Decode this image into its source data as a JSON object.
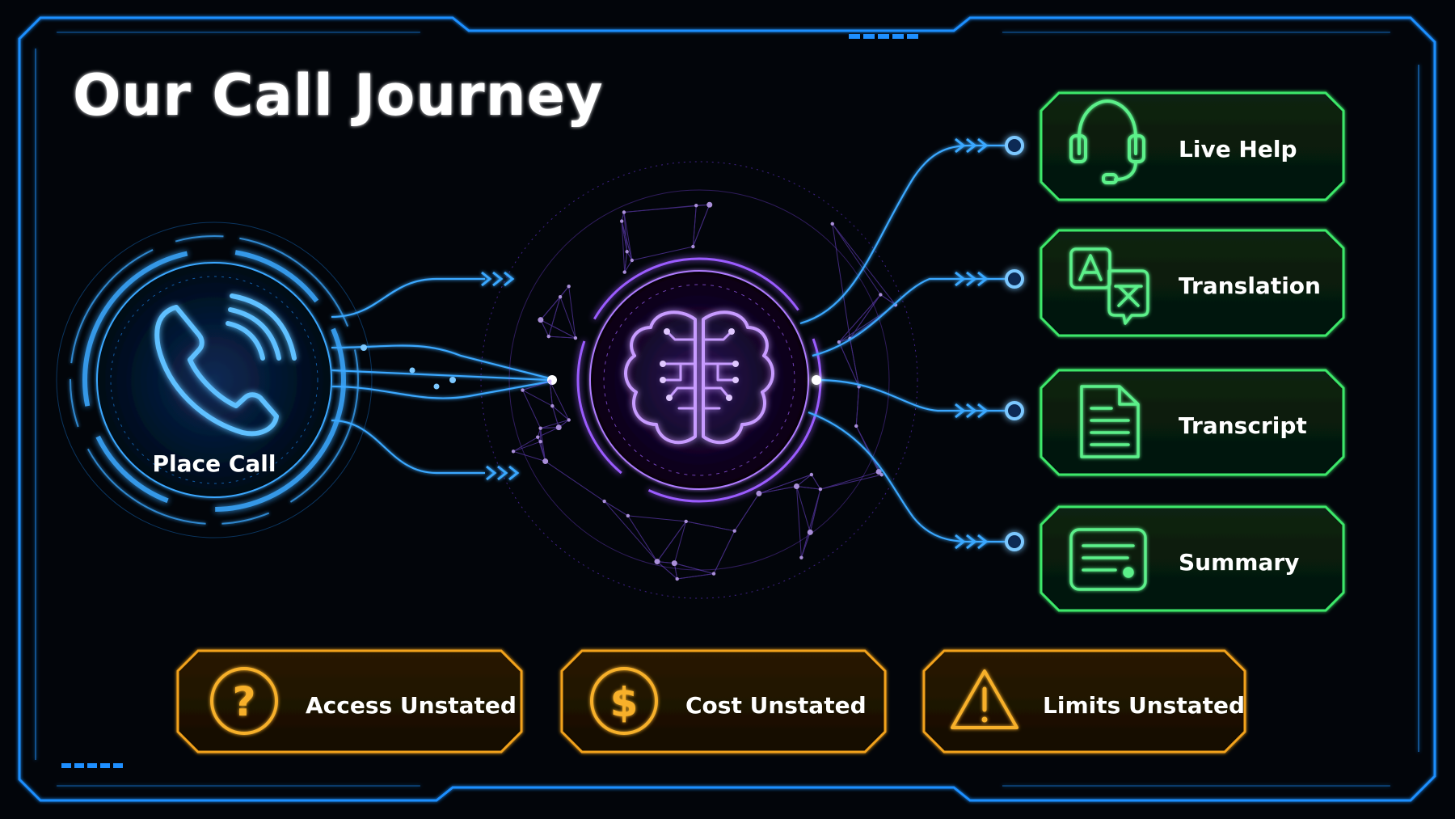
{
  "title": "Our Call Journey",
  "source_node": {
    "label": "Place Call",
    "icon": "phone-icon"
  },
  "hub_node": {
    "icon": "brain-circuit-icon"
  },
  "outputs": [
    {
      "label": "Live Help",
      "icon": "headset-icon"
    },
    {
      "label": "Translation",
      "icon": "translate-icon"
    },
    {
      "label": "Transcript",
      "icon": "document-icon"
    },
    {
      "label": "Summary",
      "icon": "summary-card-icon"
    }
  ],
  "caveats": [
    {
      "label": "Access Unstated",
      "icon": "question-icon"
    },
    {
      "label": "Cost Unstated",
      "icon": "dollar-icon"
    },
    {
      "label": "Limits Unstated",
      "icon": "warning-icon"
    }
  ],
  "colors": {
    "background": "#02050a",
    "frame_blue": "#1e8fff",
    "phone_blue": "#3aa8ff",
    "hub_purple": "#9b5cff",
    "output_green": "#3ee86a",
    "caveat_orange": "#f2a21a",
    "text": "#ffffff"
  }
}
